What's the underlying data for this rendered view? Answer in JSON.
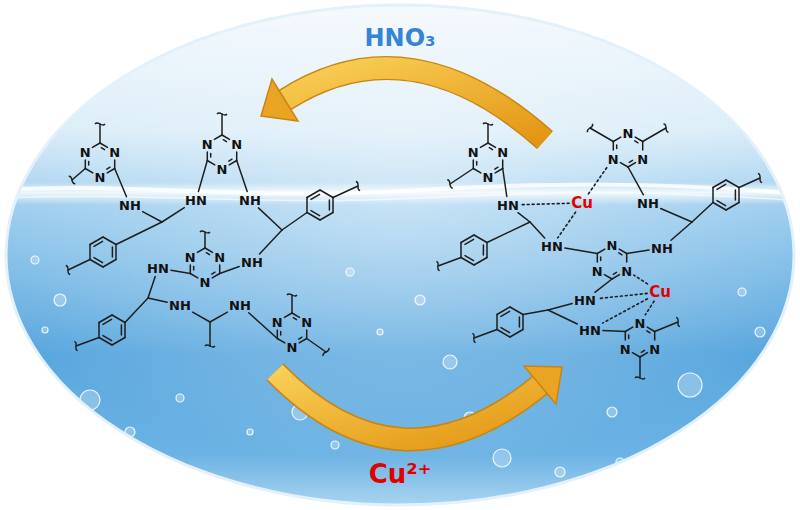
{
  "diagram": {
    "labels": [
      "HNO₃",
      "N",
      "N",
      "N",
      "N",
      "N",
      "N",
      "NH",
      "HN",
      "NH",
      "N",
      "N",
      "N",
      "HN",
      "NH",
      "NH",
      "NH",
      "N",
      "N",
      "N",
      "N",
      "N",
      "N",
      "N",
      "N",
      "N",
      "HN",
      "Cu",
      "NH",
      "HN",
      "NH",
      "N",
      "N",
      "N",
      "HN",
      "Cu",
      "HN",
      "N",
      "N",
      "N",
      "Cu²⁺"
    ]
  }
}
